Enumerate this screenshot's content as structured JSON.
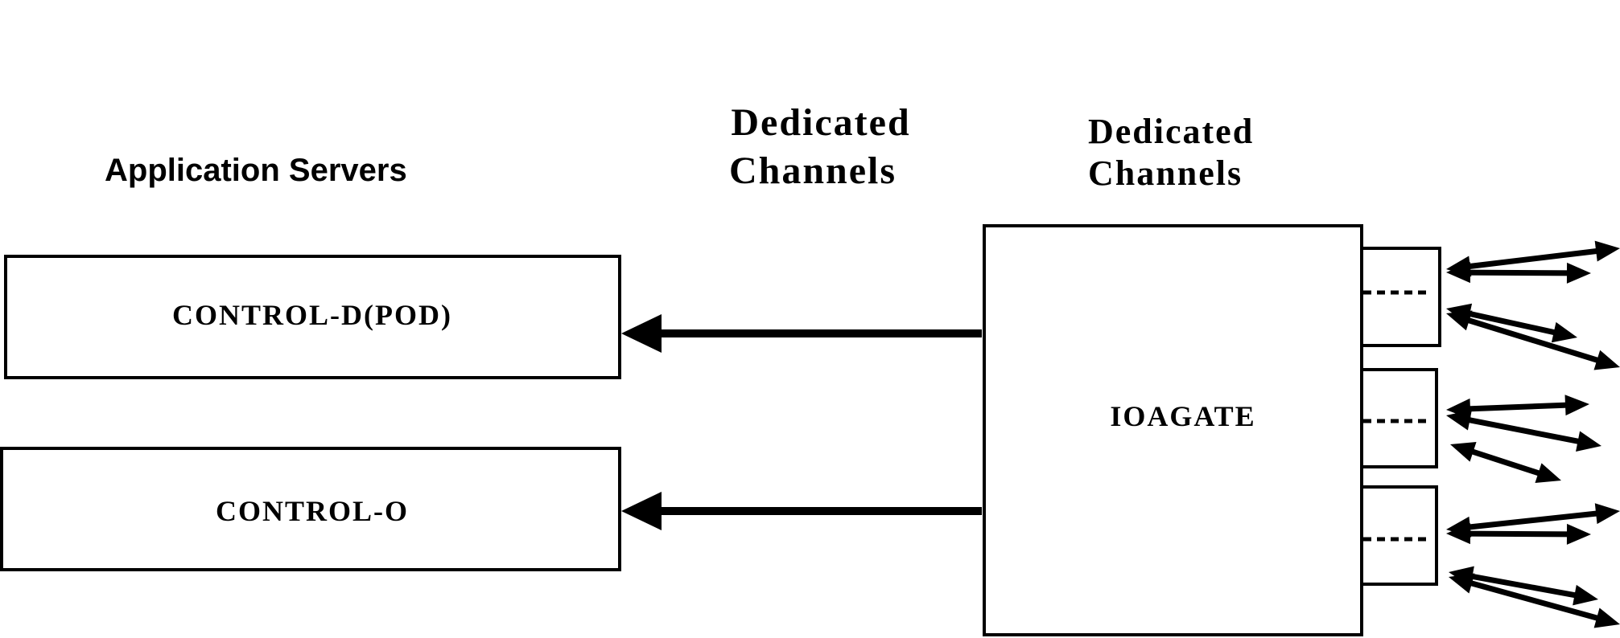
{
  "headings": {
    "application_servers": "Application Servers",
    "dedicated_channels_left": [
      "Dedicated",
      "Channels"
    ],
    "dedicated_channels_right": [
      "Dedicated",
      "Channels"
    ]
  },
  "boxes": {
    "control_d": "CONTROL-D(POD)",
    "control_o": "CONTROL-O",
    "ioagate": "IOAGATE"
  },
  "colors": {
    "line": "#000000",
    "background": "#ffffff"
  }
}
